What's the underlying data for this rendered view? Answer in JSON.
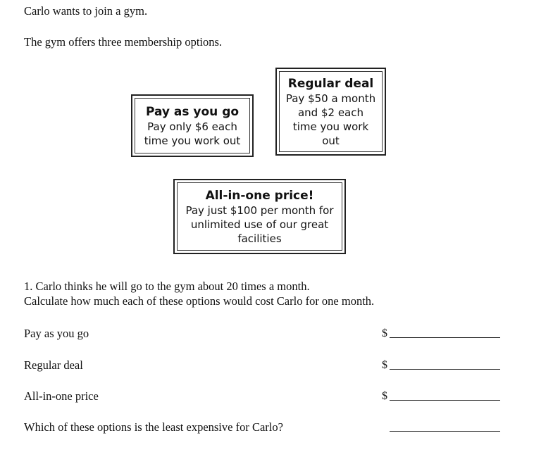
{
  "intro": [
    "Carlo wants to join a gym.",
    "The gym offers three membership options."
  ],
  "options": [
    {
      "title": "Pay as you go",
      "lines": [
        "Pay only $6 each",
        "time you work out"
      ]
    },
    {
      "title": "Regular deal",
      "lines": [
        "Pay $50 a month",
        "and $2 each",
        "time you work",
        "out"
      ]
    },
    {
      "title": "All-in-one price!",
      "lines": [
        "Pay just $100 per month for",
        "unlimited use of our great",
        "facilities"
      ]
    }
  ],
  "question": {
    "line1": "1.  Carlo thinks he will go to the gym about 20 times a month.",
    "line2": "Calculate how much each of these options would cost Carlo for one month."
  },
  "answers": [
    {
      "label": "Pay as you go",
      "prefix": "$"
    },
    {
      "label": "Regular deal",
      "prefix": "$"
    },
    {
      "label": "All-in-one price",
      "prefix": "$"
    }
  ],
  "final_question": "Which of these options is the least expensive for Carlo?"
}
